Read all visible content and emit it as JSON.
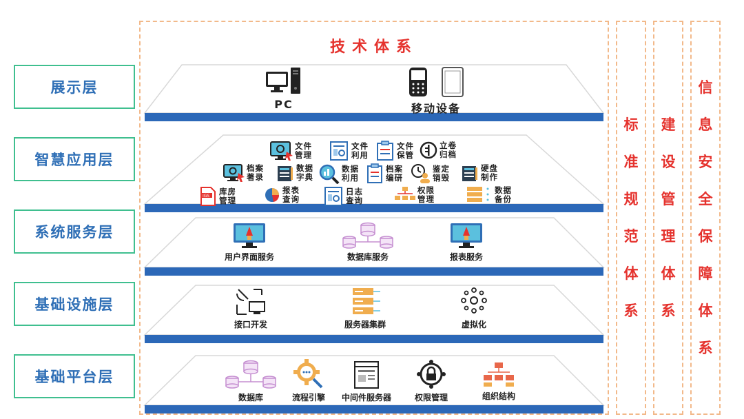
{
  "left_labels": [
    "展示层",
    "智慧应用层",
    "系统服务层",
    "基础设施层",
    "基础平台层"
  ],
  "main_title": "技术体系",
  "display_layer": {
    "items": [
      "PC",
      "移动设备"
    ]
  },
  "app_layer": {
    "row1": [
      {
        "l1": "文件",
        "l2": "管理"
      },
      {
        "l1": "文件",
        "l2": "利用"
      },
      {
        "l1": "文件",
        "l2": "保管"
      },
      {
        "l1": "立卷",
        "l2": "归档"
      }
    ],
    "row2": [
      {
        "l1": "档案",
        "l2": "著录"
      },
      {
        "l1": "数据",
        "l2": "字典"
      },
      {
        "l1": "数据",
        "l2": "利用"
      },
      {
        "l1": "档案",
        "l2": "编研"
      },
      {
        "l1": "鉴定",
        "l2": "销毁"
      },
      {
        "l1": "硬盘",
        "l2": "制作"
      }
    ],
    "row3": [
      {
        "l1": "库房",
        "l2": "管理"
      },
      {
        "l1": "报表",
        "l2": "查询"
      },
      {
        "l1": "日志",
        "l2": "查询"
      },
      {
        "l1": "权限",
        "l2": "管理"
      },
      {
        "l1": "数据",
        "l2": "备份"
      }
    ]
  },
  "service_layer": {
    "items": [
      "用户界面服务",
      "数据库服务",
      "报表服务"
    ]
  },
  "infra_layer": {
    "items": [
      "接口开发",
      "服务器集群",
      "虚拟化"
    ]
  },
  "platform_layer": {
    "items": [
      "数据库",
      "流程引擎",
      "中间件服务器",
      "权限管理",
      "组织结构"
    ]
  },
  "side_systems": [
    {
      "chars": [
        "标",
        "准",
        "规",
        "范",
        "体",
        "系"
      ]
    },
    {
      "chars": [
        "建",
        "设",
        "管",
        "理",
        "体",
        "系"
      ]
    },
    {
      "chars": [
        "信",
        "息",
        "安",
        "全",
        "保",
        "障",
        "体",
        "系"
      ]
    }
  ],
  "colors": {
    "red": "#e5322d",
    "blue": "#2f6fb6",
    "green": "#3fbf8f",
    "dash": "#f2b98a",
    "band": "#2c68b8"
  }
}
